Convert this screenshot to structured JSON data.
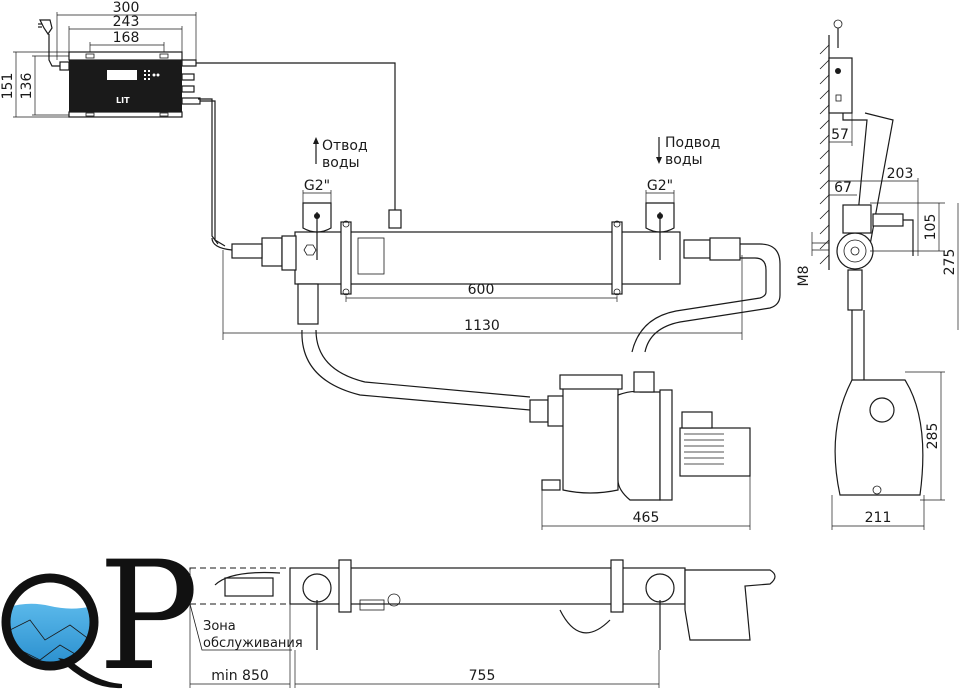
{
  "drawing": {
    "title": "UV sterilizer installation diagram with pump",
    "colors": {
      "line": "#1a1a1a",
      "controller_body": "#1a1a1a",
      "water_blue": "#2a8fd0",
      "water_light": "#7cc6ee"
    }
  },
  "controller": {
    "brand": "LIT",
    "dims": {
      "width_total": "300",
      "width_body": "243",
      "mount_spacing": "168",
      "height_total": "151",
      "height_body": "136"
    }
  },
  "lamp_unit": {
    "outlet_label_1": "Отвод",
    "outlet_label_2": "воды",
    "inlet_label_1": "Подвод",
    "inlet_label_2": "воды",
    "outlet_thread": "G2\"",
    "inlet_thread": "G2\"",
    "dims": {
      "clamp_spacing": "600",
      "overall_length": "1130"
    }
  },
  "pump": {
    "dims": {
      "length": "465",
      "width": "211",
      "height": "285"
    }
  },
  "side_view": {
    "dims": {
      "wall_to_controller": "57",
      "wall_to_unit_axis": "67",
      "wall_to_outlet": "203",
      "axis_height": "105",
      "total_height": "275",
      "bolt": "M8"
    }
  },
  "top_view": {
    "service_zone_1": "Зона",
    "service_zone_2": "обслуживания",
    "dims": {
      "service_min": "min 850",
      "span": "755"
    }
  },
  "logo": {
    "letters": "QP"
  }
}
